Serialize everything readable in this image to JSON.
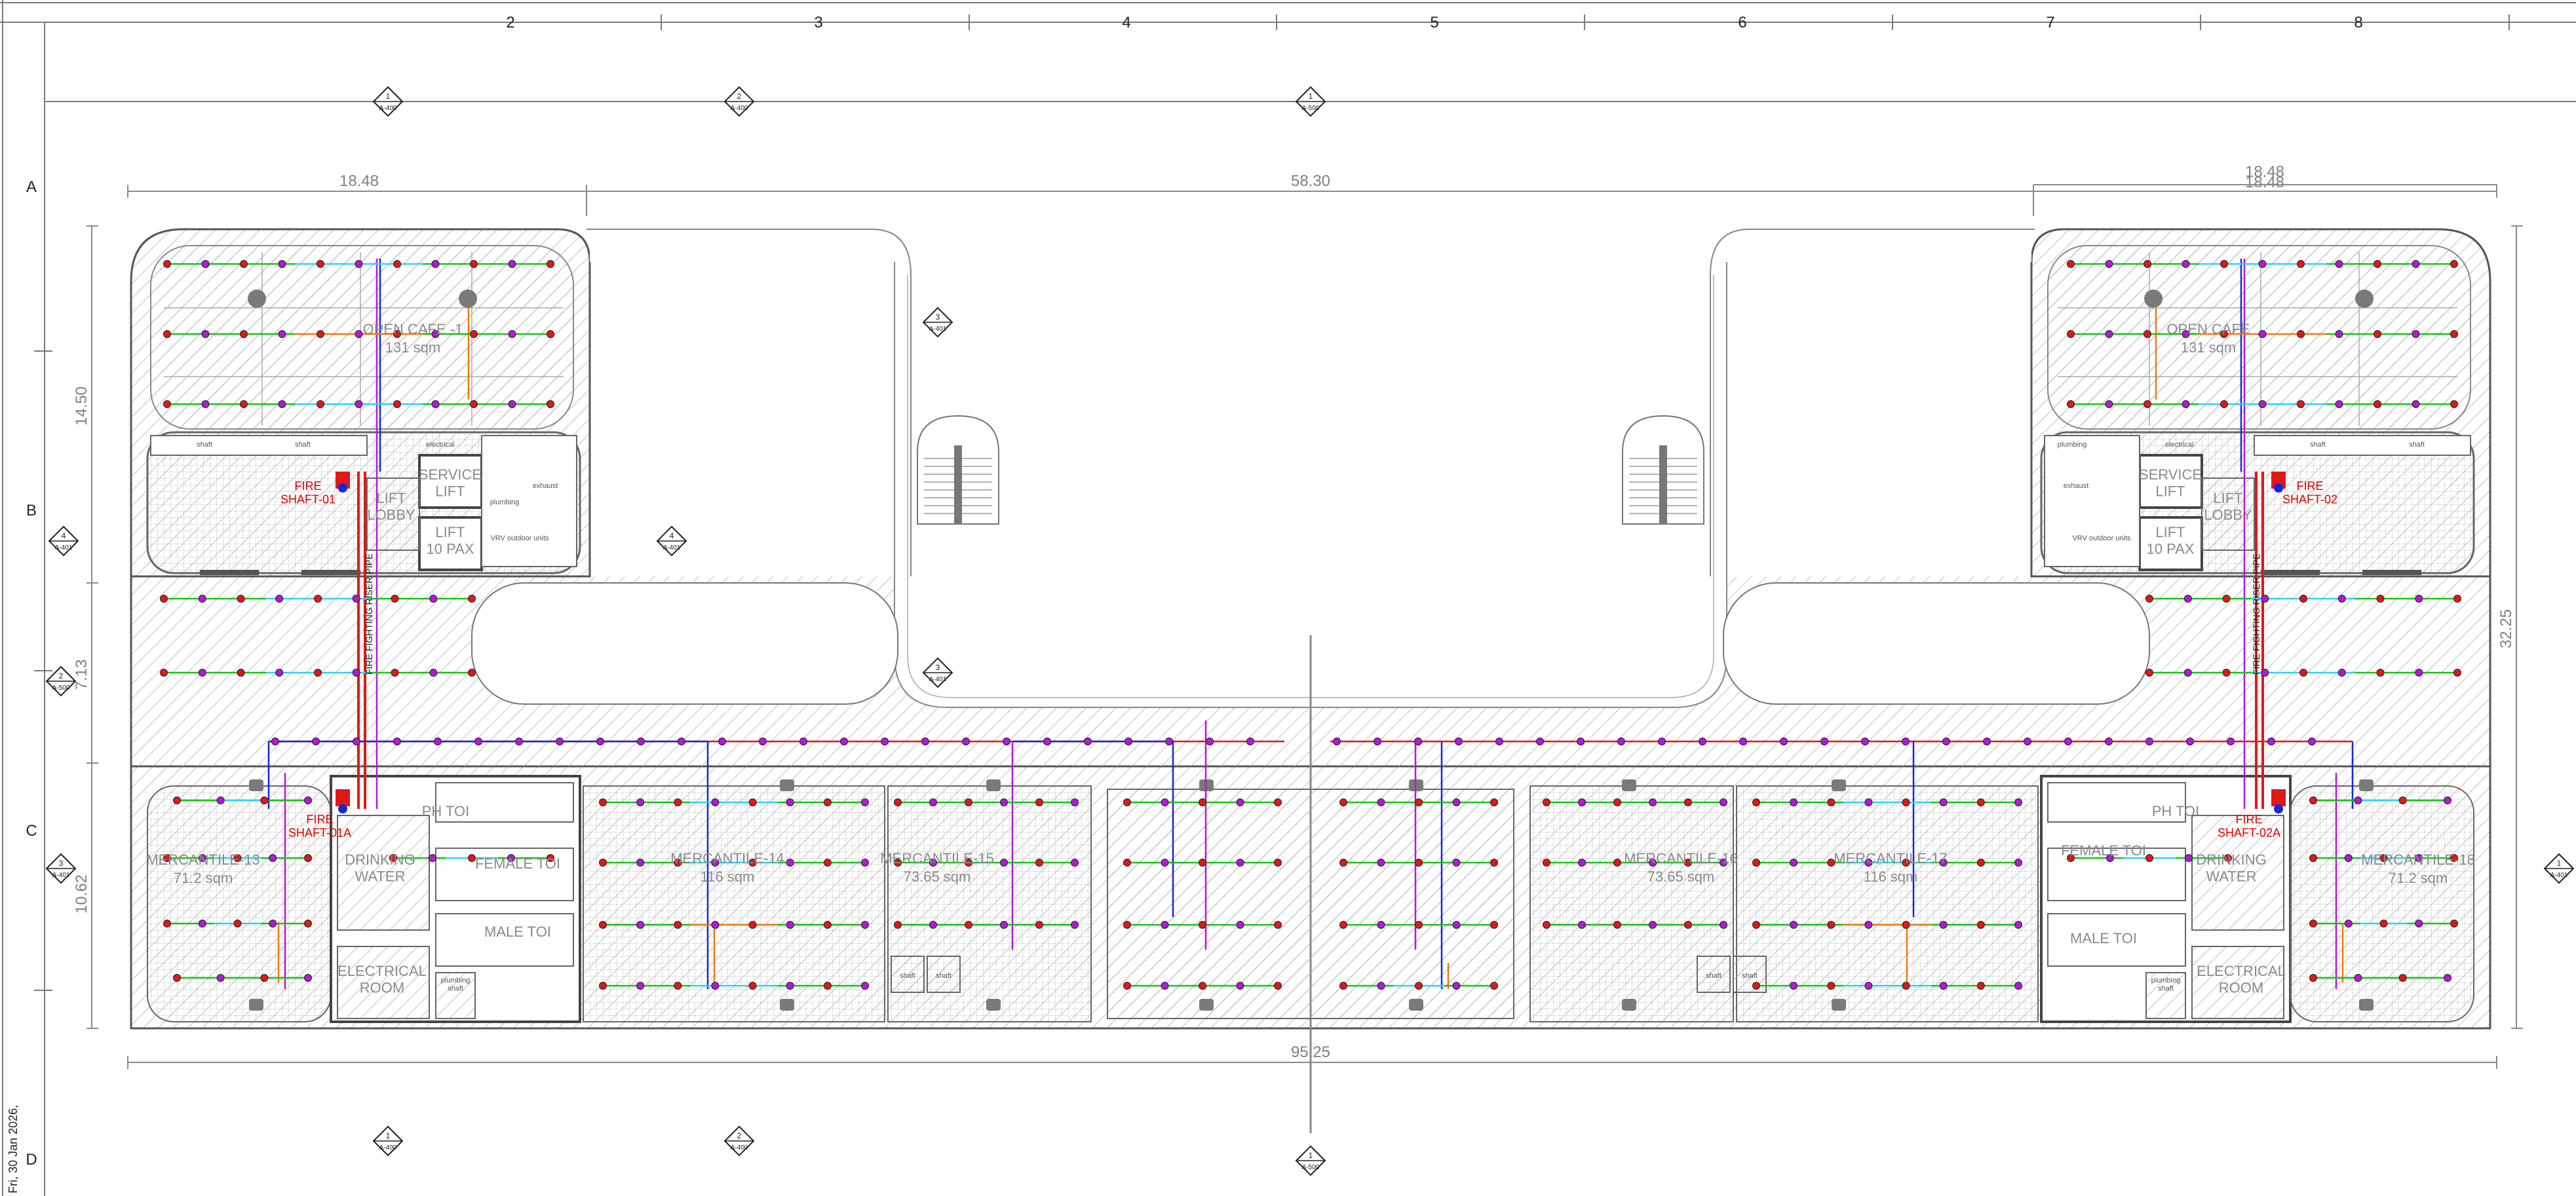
{
  "border": {
    "column_labels": [
      "2",
      "3",
      "4",
      "5",
      "6",
      "7",
      "8"
    ],
    "row_labels": [
      "A",
      "B",
      "C",
      "D"
    ],
    "date_stamp": "Fri, 30 Jan 2026,"
  },
  "dimensions": {
    "top_left": "18.48",
    "top_mid": "58.30",
    "top_right_a": "18.48",
    "top_right_b": "18.48",
    "bottom": "95.25",
    "left_a": "14.50",
    "left_b": "7.13",
    "left_c": "10.62",
    "right": "32.25"
  },
  "rooms": {
    "cafe_left": {
      "name": "OPEN CAFE -1",
      "area": "131 sqm"
    },
    "cafe_right": {
      "name": "OPEN CAFE",
      "area": "131 sqm"
    },
    "service_lift_left": "SERVICE\nLIFT",
    "service_lift_right": "SERVICE\nLIFT",
    "lift_left": "LIFT\n10 PAX",
    "lift_right": "LIFT\n10 PAX",
    "lobby_left": "LIFT\nLOBBY",
    "lobby_right": "LIFT\nLOBBY",
    "fire_shaft_01": "FIRE\nSHAFT-01",
    "fire_shaft_02": "FIRE\nSHAFT-02",
    "fire_shaft_01a": "FIRE\nSHAFT-01A",
    "fire_shaft_02a": "FIRE\nSHAFT-02A",
    "merc_13": {
      "name": "MERCANTILE-13",
      "area": "71.2 sqm"
    },
    "merc_14": {
      "name": "MERCANTILE-14",
      "area": "116 sqm"
    },
    "merc_15": {
      "name": "MERCANTILE-15",
      "area": "73.65 sqm"
    },
    "merc_16": {
      "name": "MERCANTILE-16",
      "area": "73.65 sqm"
    },
    "merc_17": {
      "name": "MERCANTILE-17",
      "area": "116 sqm"
    },
    "merc_18": {
      "name": "MERCANTILE-18",
      "area": "71.2 sqm"
    },
    "drinking_water_left": "DRINKING\nWATER",
    "drinking_water_right": "DRINKING\nWATER",
    "female_toi_left": "FEMALE TOI",
    "female_toi_right": "FEMALE TOI",
    "male_toi_left": "MALE TOI",
    "male_toi_right": "MALE TOI",
    "ph_toi_left": "PH TOI",
    "ph_toi_right": "PH TOI",
    "electrical_left": "ELECTRICAL\nROOM",
    "electrical_right": "ELECTRICAL\nROOM",
    "shaft": "shaft",
    "electrical": "electrical",
    "plumbing": "plumbing",
    "exhaust": "exhaust",
    "vrv": "VRV outdoor units",
    "plumbing_shaft": "plumbing\nshaft",
    "riser_left": "FIRE FIGHTING RISER PIPE",
    "riser_right": "FIRE FIGHTING RISER PIPE"
  },
  "section_markers": {
    "top_1": {
      "num": "1",
      "ref": "A-400"
    },
    "top_2": {
      "num": "2",
      "ref": "A-400"
    },
    "top_3": {
      "num": "1",
      "ref": "A-500"
    },
    "mid_1": {
      "num": "3",
      "ref": "A-401"
    },
    "mid_2": {
      "num": "3",
      "ref": "A-401"
    },
    "b_left": {
      "num": "4",
      "ref": "A-401"
    },
    "b_mid": {
      "num": "4",
      "ref": "A-401"
    },
    "left_b2": {
      "num": "2",
      "ref": "A-500"
    },
    "left_c": {
      "num": "3",
      "ref": "A-401"
    },
    "right_c": {
      "num": "1",
      "ref": "A-401"
    },
    "bot_1": {
      "num": "1",
      "ref": "A-400"
    },
    "bot_2": {
      "num": "2",
      "ref": "A-400"
    },
    "bot_3": {
      "num": "1",
      "ref": "A-500"
    }
  },
  "colors": {
    "wall": "#555555",
    "hatch": "#9a9a9a",
    "pipe_green": "#19c319",
    "pipe_cyan": "#2fd2ee",
    "pipe_orange": "#f07a10",
    "pipe_blue": "#1428d8",
    "pipe_magenta": "#b418d8",
    "pipe_red": "#e01818",
    "text_red": "#e00000",
    "text_grey": "#808080"
  }
}
